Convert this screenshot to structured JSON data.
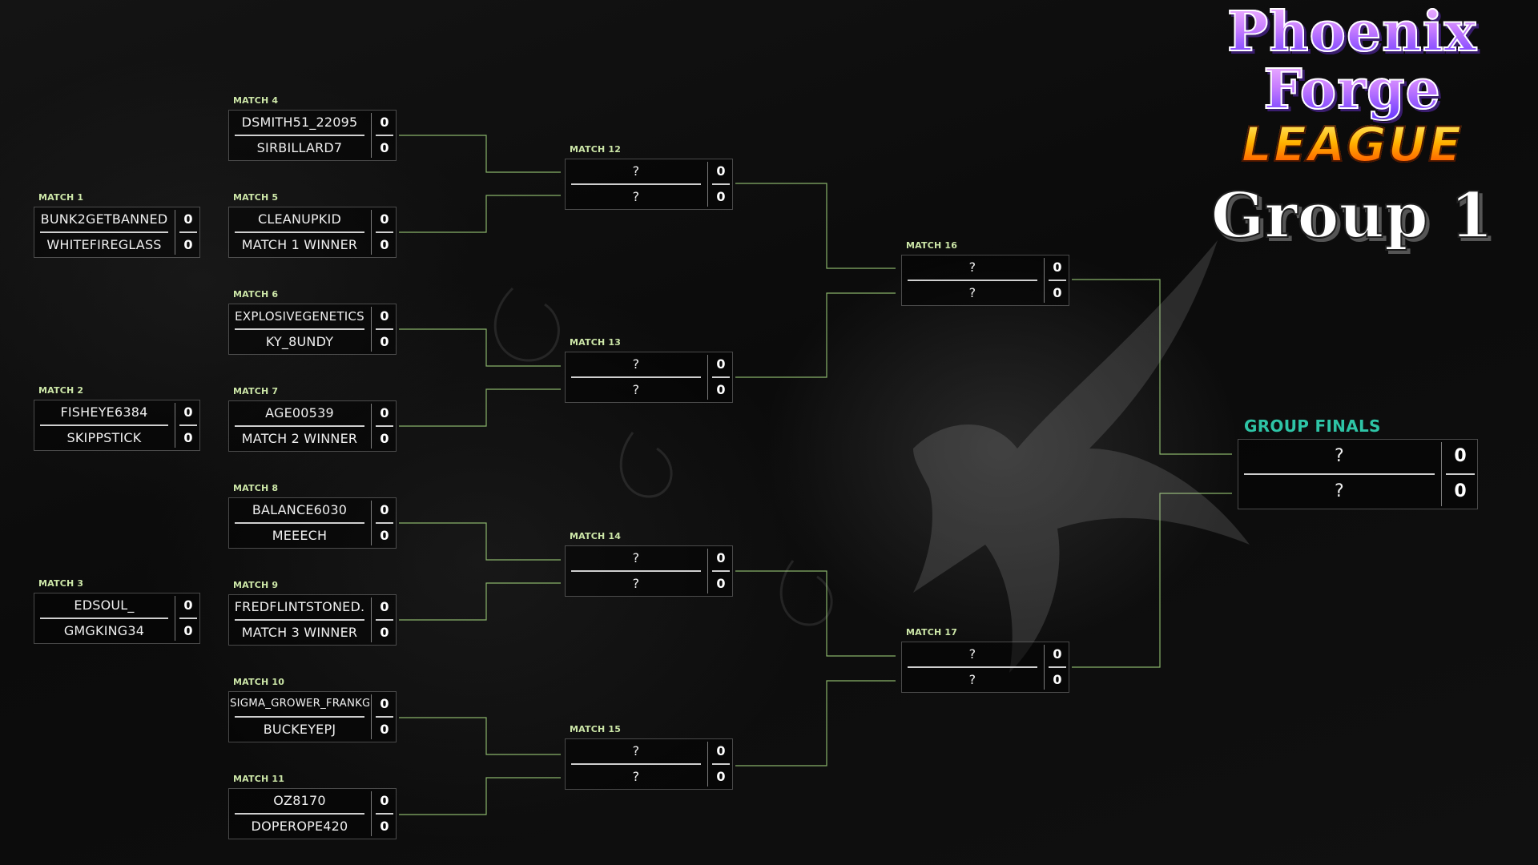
{
  "logo": {
    "line1": "Phoenix",
    "line2": "Forge",
    "line3": "LEAGUE",
    "line4": "Group 1"
  },
  "colors": {
    "label": "#cde7a8",
    "connector": "#9fd07a",
    "finals_title": "#2ec4a6"
  },
  "matches": [
    {
      "label": "MATCH 1",
      "p1": "BUNK2GETBANNED",
      "s1": "0",
      "p2": "WHITEFIREGLASS",
      "s2": "0"
    },
    {
      "label": "MATCH 2",
      "p1": "FISHEYE6384",
      "s1": "0",
      "p2": "SKIPPSTICK",
      "s2": "0"
    },
    {
      "label": "MATCH 3",
      "p1": "EDSOUL_",
      "s1": "0",
      "p2": "GMGKING34",
      "s2": "0"
    },
    {
      "label": "MATCH 4",
      "p1": "DSMITH51_22095",
      "s1": "0",
      "p2": "SIRBILLARD7",
      "s2": "0"
    },
    {
      "label": "MATCH 5",
      "p1": "CLEANUPKID",
      "s1": "0",
      "p2": "MATCH 1 WINNER",
      "s2": "0"
    },
    {
      "label": "MATCH 6",
      "p1": "EXPLOSIVEGENETICS",
      "s1": "0",
      "p2": "KY_8UNDY",
      "s2": "0"
    },
    {
      "label": "MATCH 7",
      "p1": "AGE00539",
      "s1": "0",
      "p2": "MATCH 2 WINNER",
      "s2": "0"
    },
    {
      "label": "MATCH 8",
      "p1": "BALANCE6030",
      "s1": "0",
      "p2": "MEEECH",
      "s2": "0"
    },
    {
      "label": "MATCH 9",
      "p1": "FREDFLINTSTONED.",
      "s1": "0",
      "p2": "MATCH 3 WINNER",
      "s2": "0"
    },
    {
      "label": "MATCH 10",
      "p1": "SIGMA_GROWER_FRANKG",
      "s1": "0",
      "p2": "BUCKEYEPJ",
      "s2": "0"
    },
    {
      "label": "MATCH 11",
      "p1": "OZ8170",
      "s1": "0",
      "p2": "DOPEROPE420",
      "s2": "0"
    },
    {
      "label": "MATCH 12",
      "p1": "?",
      "s1": "0",
      "p2": "?",
      "s2": "0"
    },
    {
      "label": "MATCH 13",
      "p1": "?",
      "s1": "0",
      "p2": "?",
      "s2": "0"
    },
    {
      "label": "MATCH 14",
      "p1": "?",
      "s1": "0",
      "p2": "?",
      "s2": "0"
    },
    {
      "label": "MATCH 15",
      "p1": "?",
      "s1": "0",
      "p2": "?",
      "s2": "0"
    },
    {
      "label": "MATCH 16",
      "p1": "?",
      "s1": "0",
      "p2": "?",
      "s2": "0"
    },
    {
      "label": "MATCH 17",
      "p1": "?",
      "s1": "0",
      "p2": "?",
      "s2": "0"
    }
  ],
  "finals": {
    "label": "GROUP FINALS",
    "p1": "?",
    "s1": "0",
    "p2": "?",
    "s2": "0"
  }
}
